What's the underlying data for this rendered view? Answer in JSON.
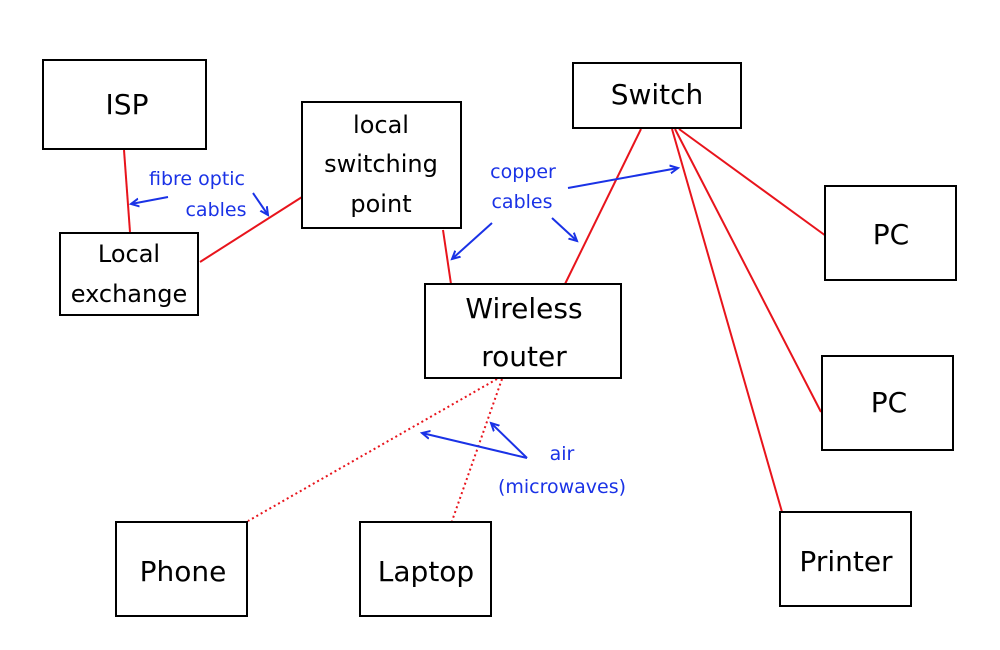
{
  "nodes": {
    "isp": [
      "ISP"
    ],
    "local_exchange": [
      "Local",
      "exchange"
    ],
    "local_switching_point": [
      "local",
      "switching",
      "point"
    ],
    "switch": [
      "Switch"
    ],
    "wireless_router": [
      "Wireless",
      "router"
    ],
    "pc_1": [
      "PC"
    ],
    "pc_2": [
      "PC"
    ],
    "printer": [
      "Printer"
    ],
    "phone": [
      "Phone"
    ],
    "laptop": [
      "Laptop"
    ]
  },
  "annotations": {
    "fibre": [
      "fibre optic",
      "cables"
    ],
    "copper": [
      "copper",
      "cables"
    ],
    "air": [
      "air",
      "(microwaves)"
    ]
  },
  "colors": {
    "connection": "#e8141c",
    "annotation": "#1a32e6",
    "box_border": "#000000"
  }
}
